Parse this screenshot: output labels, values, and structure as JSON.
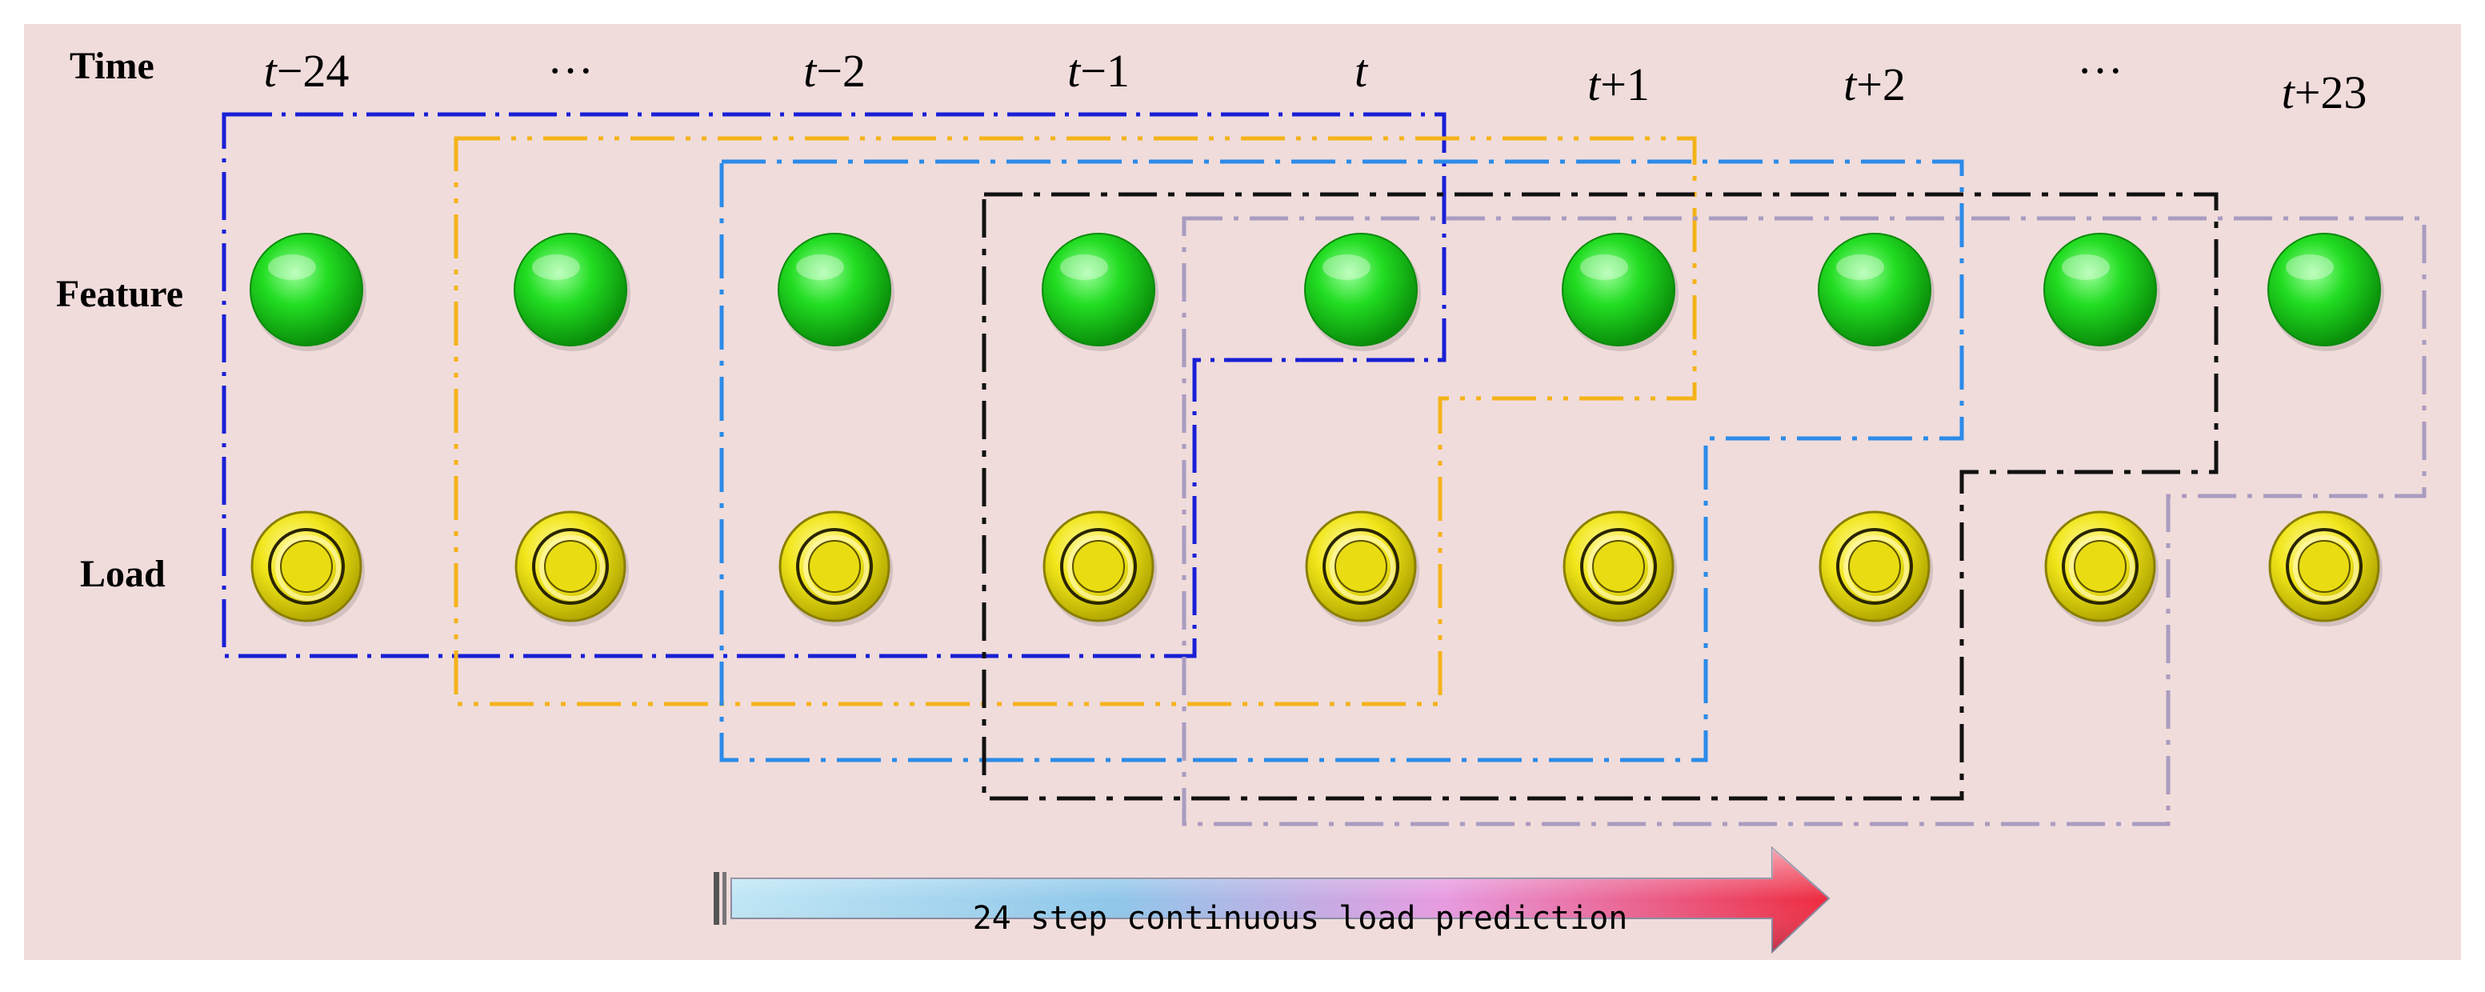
{
  "labels": {
    "time": "Time",
    "feature": "Feature",
    "load": "Load"
  },
  "time_steps": [
    {
      "var": "t",
      "suffix": "−24"
    },
    {
      "var": "",
      "suffix": "···"
    },
    {
      "var": "t",
      "suffix": "−2"
    },
    {
      "var": "t",
      "suffix": "−1"
    },
    {
      "var": "t",
      "suffix": ""
    },
    {
      "var": "t",
      "suffix": "+1"
    },
    {
      "var": "t",
      "suffix": "+2"
    },
    {
      "var": "",
      "suffix": "···"
    },
    {
      "var": "t",
      "suffix": "+23"
    }
  ],
  "arrow": {
    "label": "24 step continuous load prediction",
    "gradient": [
      "#bfe6f5",
      "#8fc7ea",
      "#e79ae0",
      "#ee2a3e"
    ]
  },
  "colors": {
    "background": "#f0dcdb",
    "feature_node": "#22dd22",
    "load_node": "#f1e61a",
    "window_colors": [
      "#1a1fd6",
      "#f5b31a",
      "#2b8be8",
      "#111111",
      "#a99cc0"
    ]
  }
}
